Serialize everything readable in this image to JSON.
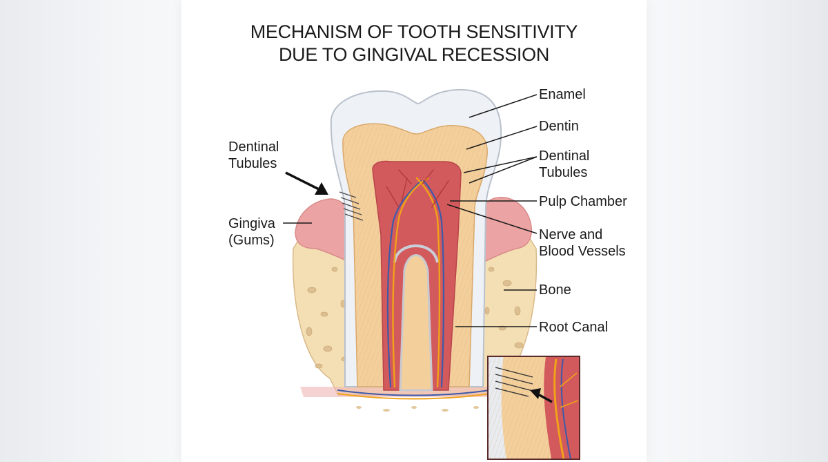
{
  "title": {
    "line1": "MECHANISM OF TOOTH SENSITIVITY",
    "line2": "DUE TO GINGIVAL RECESSION"
  },
  "labels": {
    "enamel": "Enamel",
    "dentin": "Dentin",
    "tubules_right_1": "Dentinal",
    "tubules_right_2": "Tubules",
    "pulp_chamber": "Pulp Chamber",
    "nerve_1": "Nerve and",
    "nerve_2": "Blood Vessels",
    "bone": "Bone",
    "root_canal": "Root Canal",
    "tubules_left_1": "Dentinal",
    "tubules_left_2": "Tubules",
    "gingiva_1": "Gingiva",
    "gingiva_2": "(Gums)"
  },
  "colors": {
    "enamel": "#eef1f5",
    "dentin": "#f3cf9c",
    "pulp": "#d25a5c",
    "gum": "#eba3a3",
    "bone": "#f4dfb4",
    "nerve": "#f0a21a",
    "vessel": "#3d5aa8",
    "leader": "#1a1a1a"
  }
}
